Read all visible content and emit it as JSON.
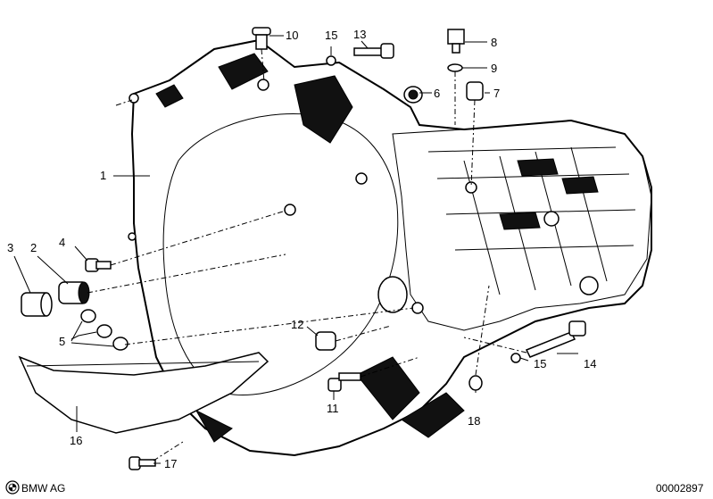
{
  "callouts": {
    "p1": "1",
    "p2": "2",
    "p3": "3",
    "p4": "4",
    "p5": "5",
    "p6": "6",
    "p7": "7",
    "p8": "8",
    "p9": "9",
    "p10": "10",
    "p11": "11",
    "p12": "12",
    "p13": "13",
    "p14": "14",
    "p15a": "15",
    "p15b": "15",
    "p16": "16",
    "p17": "17",
    "p18": "18"
  },
  "footer": {
    "brand": "BMW AG",
    "code": "00002897"
  },
  "icons": {
    "brand_mark": "copyright-bmw-logo-icon"
  }
}
